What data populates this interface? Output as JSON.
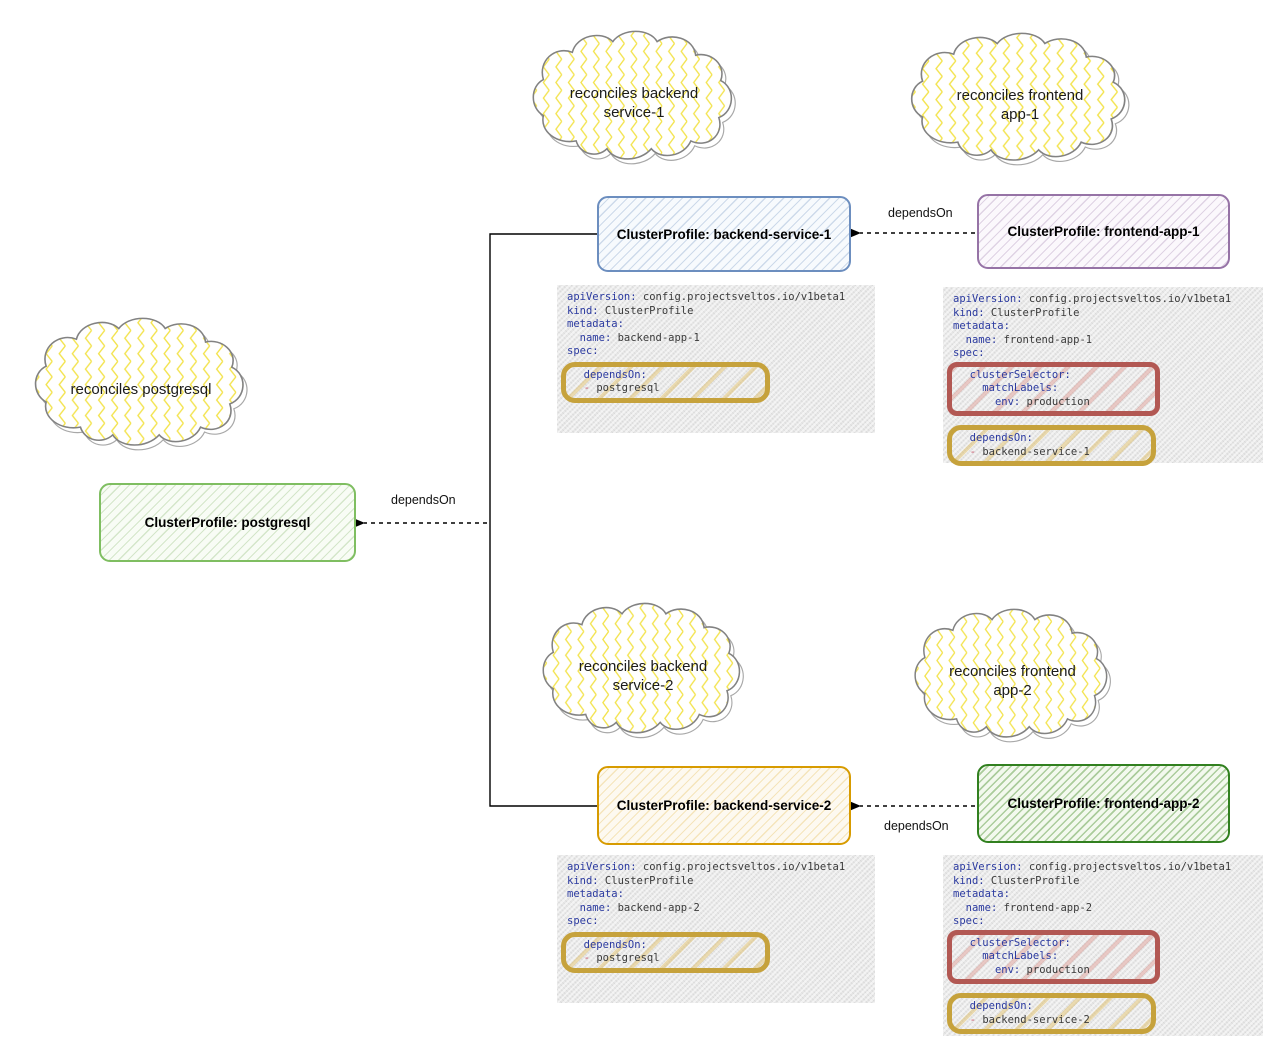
{
  "diagram_title": "Sveltos ClusterProfile dependsOn diagram",
  "colors": {
    "cloud_zigzag": "#f3e34b",
    "cloud_outline": "#8c8c8c",
    "profile_blue": "#6c8ebf",
    "profile_purple": "#9673a6",
    "profile_green_light": "#7fbe61",
    "profile_orange": "#d79b00",
    "profile_green_dark": "#31801f",
    "highlight_gold": "#c6a23c",
    "highlight_red": "#b25853",
    "yaml_key": "#2b3aa0",
    "yaml_value": "#3a3a3a",
    "yaml_dash": "#c9566b",
    "edge": "#000000"
  },
  "clouds": [
    {
      "id": "backend-1",
      "text": "reconciles backend\nservice-1"
    },
    {
      "id": "frontend-1",
      "text": "reconciles frontend\napp-1"
    },
    {
      "id": "postgresql",
      "text": "reconciles postgresql"
    },
    {
      "id": "backend-2",
      "text": "reconciles backend\nservice-2"
    },
    {
      "id": "frontend-2",
      "text": "reconciles frontend\napp-2"
    }
  ],
  "profiles": [
    {
      "id": "backend-service-1",
      "title": "ClusterProfile: backend-service-1"
    },
    {
      "id": "frontend-app-1",
      "title": "ClusterProfile: frontend-app-1"
    },
    {
      "id": "postgresql",
      "title": "ClusterProfile: postgresql"
    },
    {
      "id": "backend-service-2",
      "title": "ClusterProfile: backend-service-2"
    },
    {
      "id": "frontend-app-2",
      "title": "ClusterProfile: frontend-app-2"
    }
  ],
  "edges": [
    {
      "id": "frontend1-to-backend1",
      "label": "dependsOn"
    },
    {
      "id": "backends-to-postgresql",
      "label": "dependsOn"
    },
    {
      "id": "frontend2-to-backend2",
      "label": "dependsOn"
    }
  ],
  "yaml_blocks": [
    {
      "id": "backend-1",
      "segments": [
        {
          "style": "plain",
          "lines": [
            "apiVersion: config.projectsveltos.io/v1beta1",
            "kind: ClusterProfile",
            "metadata:",
            "  name: backend-app-1",
            "spec:"
          ]
        },
        {
          "style": "gold",
          "lines": [
            "  dependsOn:",
            "  - postgresql"
          ]
        }
      ]
    },
    {
      "id": "frontend-1",
      "segments": [
        {
          "style": "plain",
          "lines": [
            "apiVersion: config.projectsveltos.io/v1beta1",
            "kind: ClusterProfile",
            "metadata:",
            "  name: frontend-app-1",
            "spec:"
          ]
        },
        {
          "style": "red",
          "lines": [
            "  clusterSelector:",
            "    matchLabels:",
            "      env: production"
          ]
        },
        {
          "style": "gold",
          "lines": [
            "  dependsOn:",
            "  - backend-service-1"
          ]
        }
      ]
    },
    {
      "id": "backend-2",
      "segments": [
        {
          "style": "plain",
          "lines": [
            "apiVersion: config.projectsveltos.io/v1beta1",
            "kind: ClusterProfile",
            "metadata:",
            "  name: backend-app-2",
            "spec:"
          ]
        },
        {
          "style": "gold",
          "lines": [
            "  dependsOn:",
            "  - postgresql"
          ]
        }
      ]
    },
    {
      "id": "frontend-2",
      "segments": [
        {
          "style": "plain",
          "lines": [
            "apiVersion: config.projectsveltos.io/v1beta1",
            "kind: ClusterProfile",
            "metadata:",
            "  name: frontend-app-2",
            "spec:"
          ]
        },
        {
          "style": "red",
          "lines": [
            "  clusterSelector:",
            "    matchLabels:",
            "      env: production"
          ]
        },
        {
          "style": "gold",
          "lines": [
            "  dependsOn:",
            "  - backend-service-2"
          ]
        }
      ]
    }
  ]
}
